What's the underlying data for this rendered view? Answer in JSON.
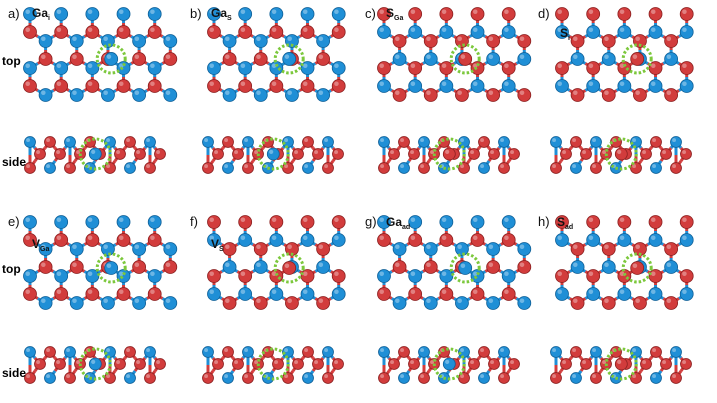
{
  "figure": {
    "colors": {
      "ga_atom": "#1f8fd6",
      "s_atom": "#d23c3c",
      "defect_ring": "#7cc83c",
      "row_label": "#1a8a4a"
    },
    "row_labels": [
      "top",
      "side",
      "top",
      "side"
    ],
    "panels": [
      {
        "letter": "a)",
        "defect_main": "Ga",
        "defect_sub": "i",
        "top_view_center": "ga",
        "ring_side_atom": "ga"
      },
      {
        "letter": "b)",
        "defect_main": "Ga",
        "defect_sub": "S",
        "top_view_center": "ga",
        "ring_side_atom": "ga"
      },
      {
        "letter": "c)",
        "defect_main": "S",
        "defect_sub": "Ga",
        "top_view_center": "s",
        "ring_side_atom": "s"
      },
      {
        "letter": "d)",
        "defect_main": "S",
        "defect_sub": "i",
        "top_view_center": "s",
        "ring_side_atom": "s"
      },
      {
        "letter": "e)",
        "defect_main": "V",
        "defect_sub": "Ga",
        "top_view_center": "ga",
        "ring_side_atom": "ga"
      },
      {
        "letter": "f)",
        "defect_main": "V",
        "defect_sub": "S",
        "top_view_center": "s",
        "ring_side_atom": "none"
      },
      {
        "letter": "g)",
        "defect_main": "Ga",
        "defect_sub": "ad",
        "top_view_center": "ga",
        "ring_side_atom": "ga"
      },
      {
        "letter": "h)",
        "defect_main": "S",
        "defect_sub": "ad",
        "top_view_center": "s",
        "ring_side_atom": "s"
      }
    ]
  }
}
